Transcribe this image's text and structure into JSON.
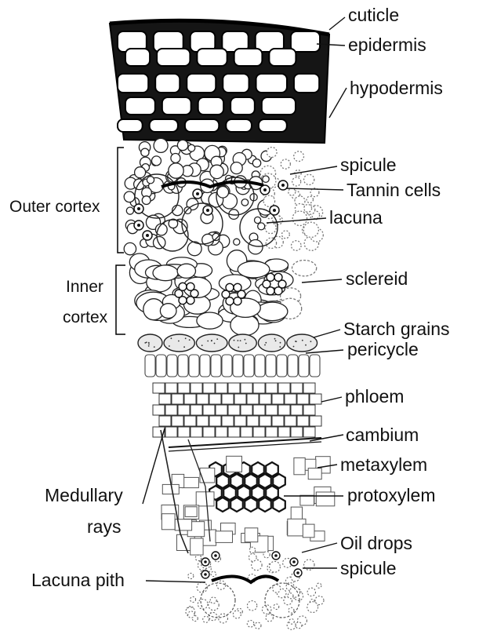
{
  "labels": {
    "cuticle": "cuticle",
    "epidermis": "epidermis",
    "hypodermis": "hypodermis",
    "spicule_top": "spicule",
    "tannin_cells": "Tannin cells",
    "outer_cortex": "Outer cortex",
    "lacuna": "lacuna",
    "inner_cortex_1": "Inner",
    "inner_cortex_2": "cortex",
    "sclereid": "sclereid",
    "starch_grains": "Starch grains",
    "pericycle": "pericycle",
    "phloem": "phloem",
    "cambium": "cambium",
    "metaxylem": "metaxylem",
    "medullary_rays_1": "Medullary",
    "medullary_rays_2": "rays",
    "protoxylem": "protoxylem",
    "oil_drops": "Oil drops",
    "spicule_bottom": "spicule",
    "lacuna_pith": "Lacuna pith"
  }
}
